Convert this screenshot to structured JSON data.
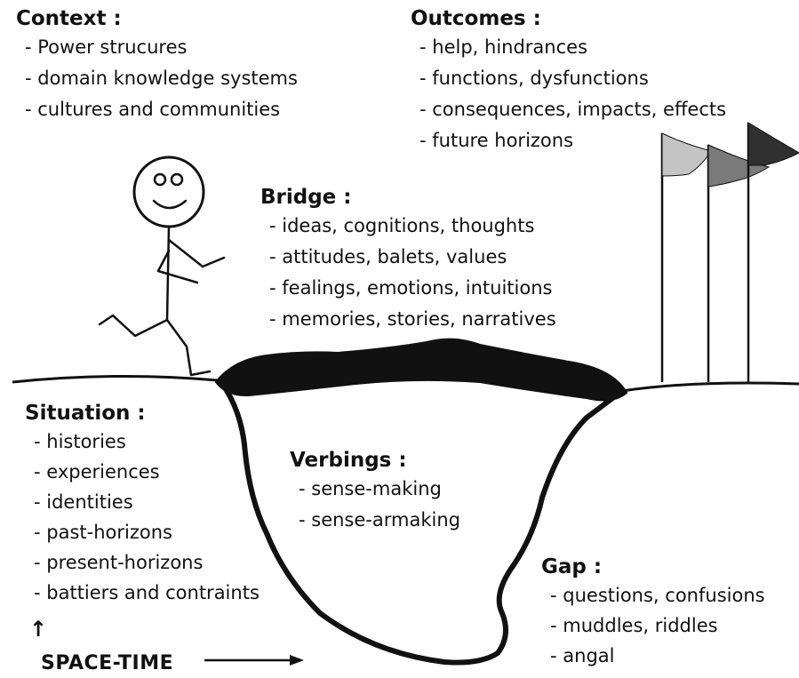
{
  "context": {
    "heading": "Context :",
    "items": [
      "Power strucures",
      "domain knowledge systems",
      "cultures and communities"
    ]
  },
  "outcomes": {
    "heading": "Outcomes :",
    "items": [
      "help, hindrances",
      "functions, dysfunctions",
      "consequences, impacts, effects",
      "future horizons"
    ]
  },
  "bridge": {
    "heading": "Bridge :",
    "items": [
      "ideas, cognitions, thoughts",
      "attitudes, balets, values",
      "fealings, emotions, intuitions",
      "memories, stories, narratives"
    ]
  },
  "situation": {
    "heading": "Situation :",
    "items": [
      "histories",
      "experiences",
      "identities",
      "past-horizons",
      "present-horizons",
      "battiers and contraints"
    ]
  },
  "verbings": {
    "heading": "Verbings :",
    "items": [
      "sense-making",
      "sense-armaking"
    ]
  },
  "gap": {
    "heading": "Gap :",
    "items": [
      "questions, confusions",
      "muddles, riddles",
      "angal"
    ]
  },
  "axis": {
    "label": "SPACE-TIME",
    "up_arrow": "↑"
  },
  "colors": {
    "ink": "#111111",
    "flag_light": "#c4c4c4",
    "flag_mid": "#7a7a7a",
    "flag_dark": "#303030"
  }
}
